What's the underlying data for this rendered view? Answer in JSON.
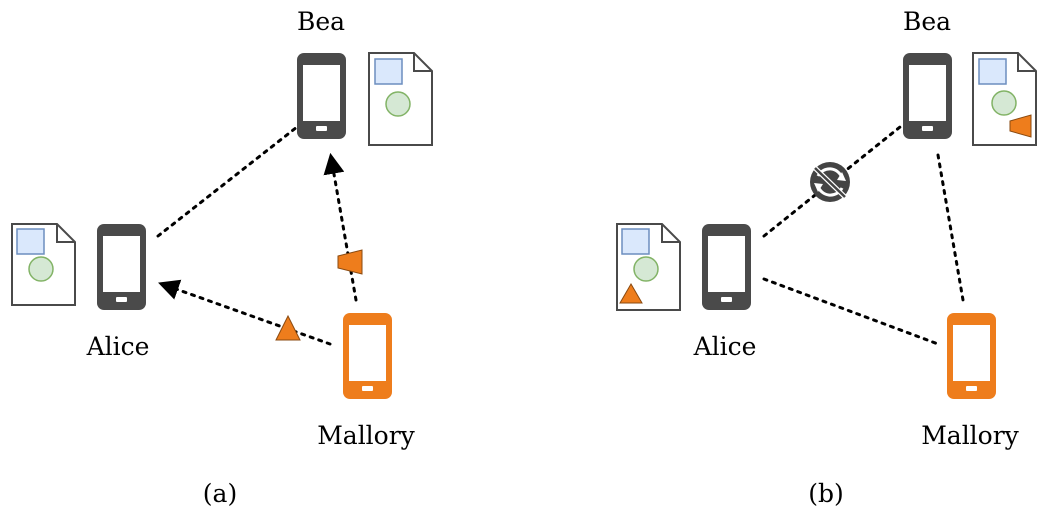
{
  "panels": [
    {
      "caption": "(a)",
      "names": {
        "alice": "Alice",
        "bea": "Bea",
        "mallory": "Mallory"
      }
    },
    {
      "caption": "(b)",
      "names": {
        "alice": "Alice",
        "bea": "Bea",
        "mallory": "Mallory"
      }
    }
  ],
  "colors": {
    "device": "#4a4a4a",
    "attacker": "#ee7d1c",
    "doc_square_fill": "#dae8fc",
    "doc_square_stroke": "#6c8ebf",
    "doc_circle_fill": "#d5e8d4",
    "doc_circle_stroke": "#82b366",
    "blocked_icon": "#444444"
  }
}
